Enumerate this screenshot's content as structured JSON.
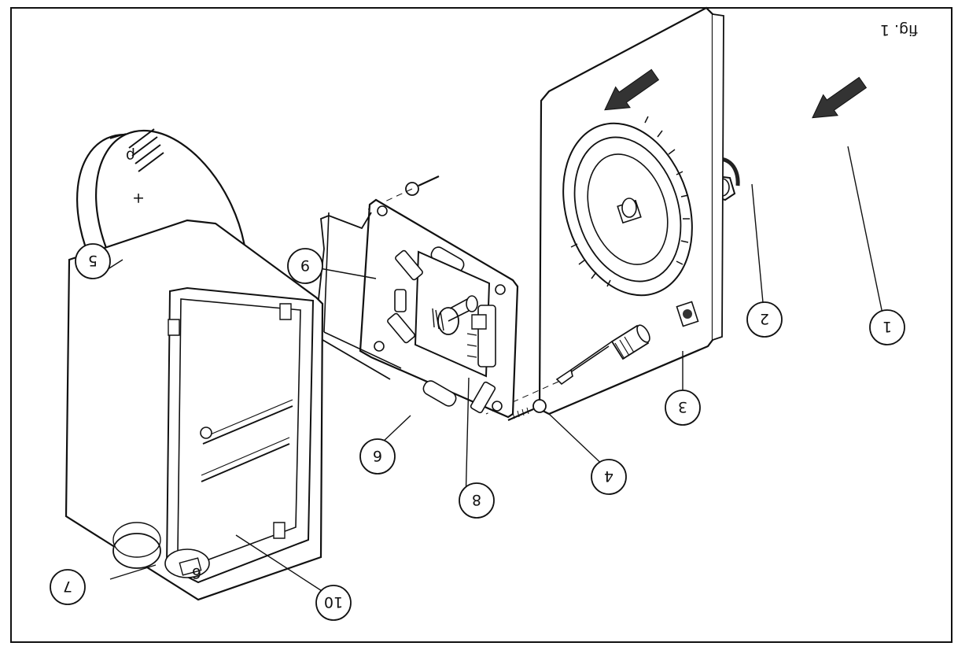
{
  "figure": {
    "caption": "fig. 1",
    "orientation": "upside-down"
  },
  "callouts": [
    "1",
    "2",
    "3",
    "4",
    "5",
    "6",
    "7",
    "8",
    "9",
    "10"
  ],
  "knob": {
    "symbol": "+",
    "marker": "ρ"
  },
  "box": {
    "inner_mark": "6"
  },
  "colors": {
    "ink": "#111111",
    "arrow": "#333333",
    "paper": "#ffffff"
  }
}
